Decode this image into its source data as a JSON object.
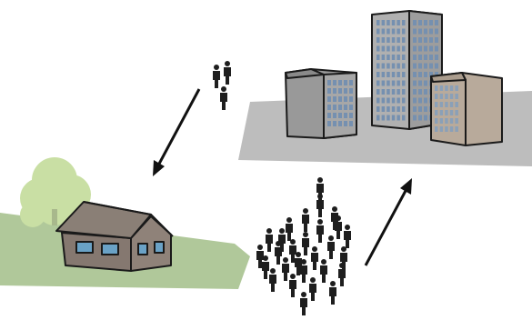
{
  "scene": {
    "rural_ground_color": "#b0c89a",
    "tree_color": "#c9dfa4",
    "house_wall_color": "#857870",
    "house_roof_color": "#8a7f76",
    "window_color": "#6aa2c6",
    "city_ground_color": "#bdbdbd",
    "building_gray_color": "#999999",
    "building_tall_color": "#b0b0b0",
    "building_beige_color": "#b8aa9b",
    "person_color": "#1e1e1e",
    "arrow_color": "#111111"
  },
  "flows": [
    {
      "from": "city",
      "to": "rural",
      "people_count": 3,
      "description_icon": "small-group-icon"
    },
    {
      "from": "rural",
      "to": "city",
      "people_count": 40,
      "description_icon": "large-crowd-icon"
    }
  ]
}
